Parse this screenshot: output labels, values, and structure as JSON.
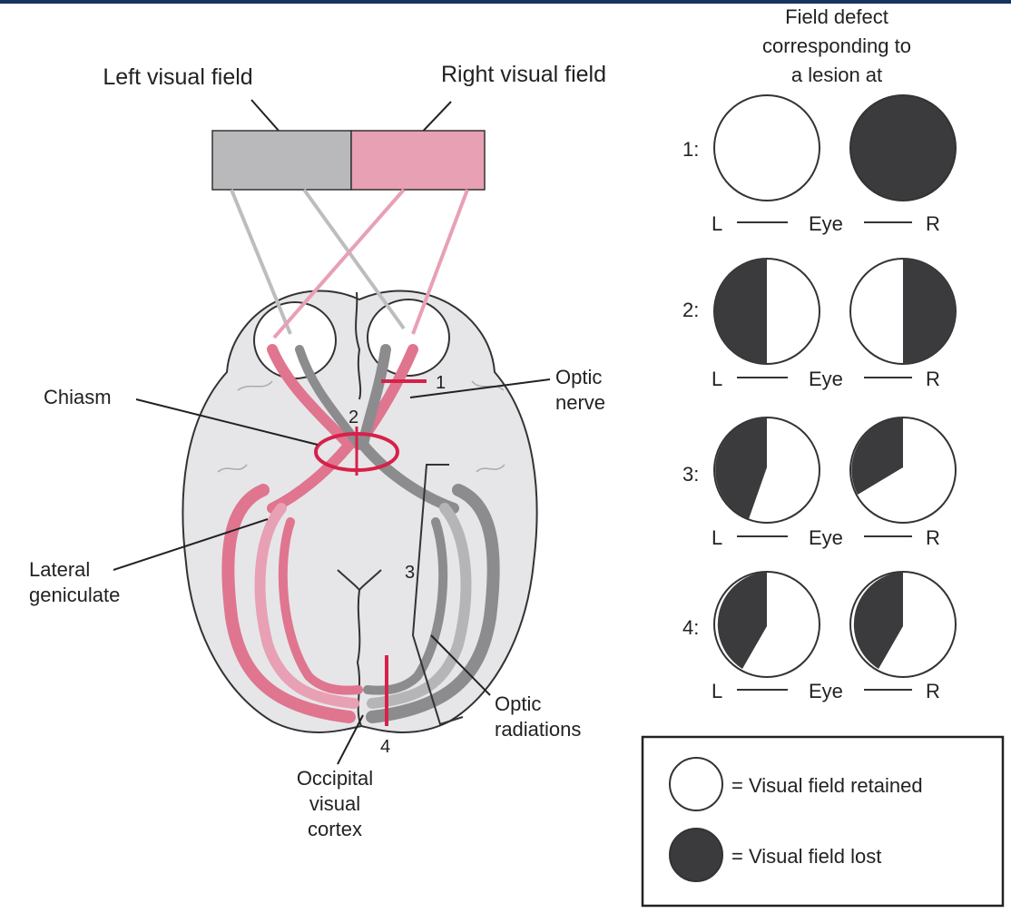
{
  "fields": {
    "left_label": "Left visual field",
    "right_label": "Right visual field"
  },
  "colors": {
    "left_field": "#b9b9bb",
    "right_field": "#e8a0b4",
    "pink_path": "#e0758f",
    "gray_path": "#8c8c8e",
    "lesion_red": "#d6214a",
    "brain_fill": "#e6e6e8",
    "lost_fill": "#3b3b3d",
    "header_bar": "#17335f"
  },
  "labels": {
    "chiasm": "Chiasm",
    "optic_nerve_1": "Optic",
    "optic_nerve_2": "nerve",
    "lateral_1": "Lateral",
    "lateral_2": "geniculate",
    "radiations_1": "Optic",
    "radiations_2": "radiations",
    "occipital_1": "Occipital",
    "occipital_2": "visual",
    "occipital_3": "cortex"
  },
  "lesion_numbers": [
    "1",
    "2",
    "3",
    "4"
  ],
  "panel": {
    "title_1": "Field defect",
    "title_2": "corresponding to",
    "title_3": "a lesion at",
    "eye_left": "L",
    "eye_mid": "Eye",
    "eye_right": "R",
    "rows": [
      {
        "id": "1:",
        "left": "retained",
        "right": "lost"
      },
      {
        "id": "2:",
        "left": "temporal half lost",
        "right": "temporal half lost"
      },
      {
        "id": "3:",
        "left": "upper-left quadrant lost",
        "right": "upper-left quadrant lost"
      },
      {
        "id": "4:",
        "left": "upper-left quadrant lost",
        "right": "upper-left quadrant lost"
      }
    ]
  },
  "legend": {
    "retained": "= Visual field retained",
    "lost": "= Visual field lost"
  }
}
